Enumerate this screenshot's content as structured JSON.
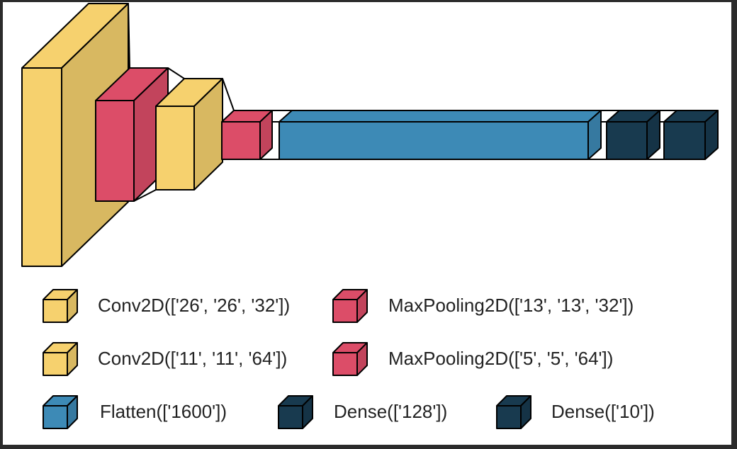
{
  "layers": [
    {
      "name": "Conv2D",
      "shape": "['26', '26', '32']",
      "color": "#f6d16e"
    },
    {
      "name": "MaxPooling2D",
      "shape": "['13', '13', '32']",
      "color": "#dc4d68"
    },
    {
      "name": "Conv2D",
      "shape": "['11', '11', '64']",
      "color": "#f6d16e"
    },
    {
      "name": "MaxPooling2D",
      "shape": "['5', '5', '64']",
      "color": "#dc4d68"
    },
    {
      "name": "Flatten",
      "shape": "['1600']",
      "color": "#3d8ab6"
    },
    {
      "name": "Dense",
      "shape": "['128']",
      "color": "#183a4f"
    },
    {
      "name": "Dense",
      "shape": "['10']",
      "color": "#183a4f"
    }
  ],
  "legend": [
    {
      "label": "Conv2D(['26', '26', '32'])",
      "color": "#f6d16e"
    },
    {
      "label": "MaxPooling2D(['13', '13', '32'])",
      "color": "#dc4d68"
    },
    {
      "label": "Conv2D(['11', '11', '64'])",
      "color": "#f6d16e"
    },
    {
      "label": "MaxPooling2D(['5', '5', '64'])",
      "color": "#dc4d68"
    },
    {
      "label": "Flatten(['1600'])",
      "color": "#3d8ab6"
    },
    {
      "label": "Dense(['128'])",
      "color": "#183a4f"
    },
    {
      "label": "Dense(['10'])",
      "color": "#183a4f"
    }
  ]
}
